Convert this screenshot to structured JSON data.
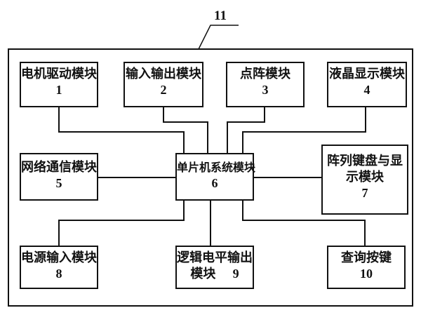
{
  "system": {
    "ref_number": "11"
  },
  "modules": {
    "m1": {
      "name": "电机驱动模块",
      "number": "1"
    },
    "m2": {
      "name": "输入输出模块",
      "number": "2"
    },
    "m3": {
      "name": "点阵模块",
      "number": "3"
    },
    "m4": {
      "name": "液晶显示模块",
      "number": "4"
    },
    "m5": {
      "name": "网络通信模块",
      "number": "5"
    },
    "m6": {
      "name": "单片机系统模块",
      "number": "6"
    },
    "m7": {
      "name_line1": "阵列键盘与显",
      "name_line2": "示模块",
      "number": "7"
    },
    "m8": {
      "name": "电源输入模块",
      "number": "8"
    },
    "m9": {
      "name_line1": "逻辑电平输出",
      "name_line2": "模块",
      "number": "9"
    },
    "m10": {
      "name": "查询按键",
      "number": "10"
    }
  },
  "colors": {
    "line": "#111111",
    "background": "#ffffff"
  }
}
